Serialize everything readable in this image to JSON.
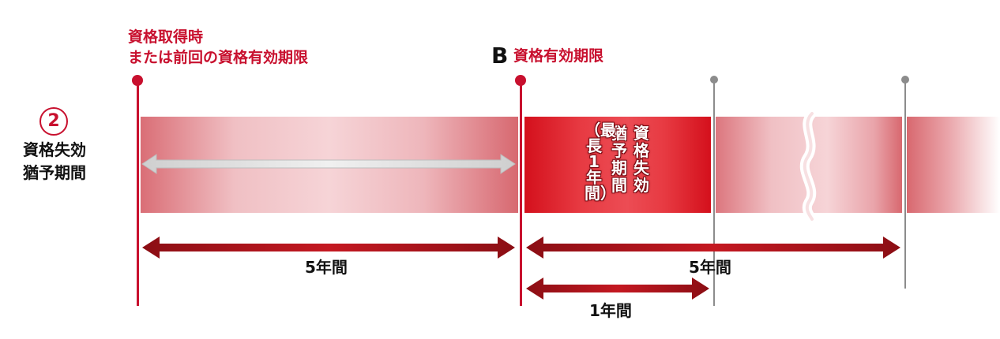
{
  "row": {
    "number": "2",
    "label_line1": "資格失効",
    "label_line2": "猶予期間"
  },
  "top_left_label": {
    "line1": "資格取得時",
    "line2": "または前回の資格有効期限"
  },
  "top_b": {
    "letter": "B",
    "label": "資格有効期限"
  },
  "grace_band": {
    "text_main": "資格失効猶予期間",
    "text_main_col1": "資格失効",
    "text_main_col2": "猶予期間",
    "text_sub": "（最長1年間）"
  },
  "periods": {
    "left": "5年間",
    "right": "5年間",
    "grace": "1年間"
  },
  "colors": {
    "accent_red": "#c8102e",
    "dark_red": "#8b0e14",
    "gray": "#8c8c8c"
  },
  "icons": {
    "marker": "circle-dot",
    "break": "wavy-break",
    "arrows": "double-headed-arrow"
  }
}
